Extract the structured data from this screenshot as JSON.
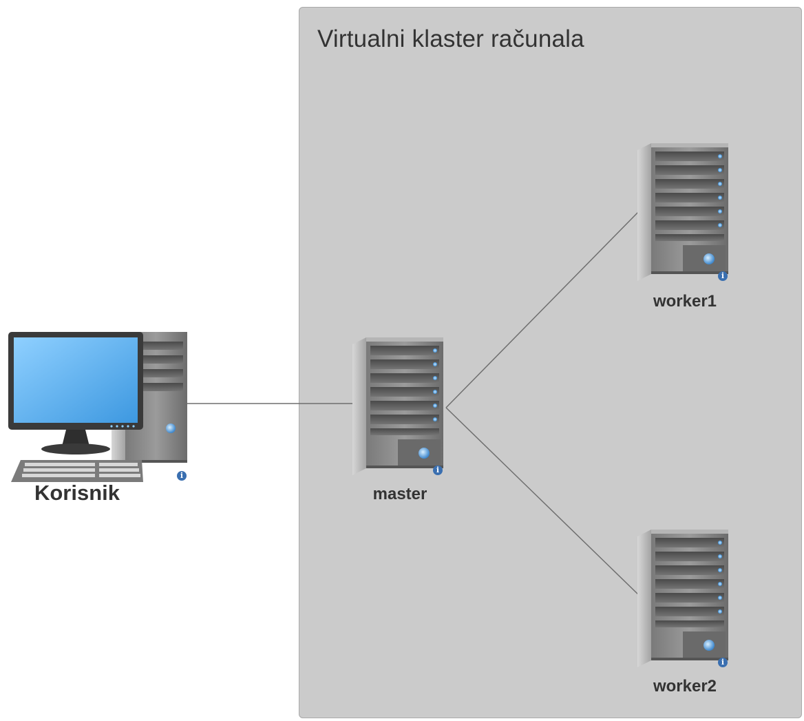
{
  "cluster": {
    "title": "Virtualni klaster računala"
  },
  "nodes": {
    "user": {
      "label": "Korisnik",
      "icon": "desktop-computer-icon"
    },
    "master": {
      "label": "master",
      "icon": "server-tower-icon"
    },
    "worker1": {
      "label": "worker1",
      "icon": "server-tower-icon"
    },
    "worker2": {
      "label": "worker2",
      "icon": "server-tower-icon"
    }
  },
  "info_badge": {
    "glyph": "i",
    "icon": "info-icon"
  },
  "links": [
    {
      "from": "Korisnik",
      "to": "master"
    },
    {
      "from": "master",
      "to": "worker1"
    },
    {
      "from": "master",
      "to": "worker2"
    }
  ],
  "colors": {
    "cluster_background": "#cbcbcb",
    "link": "#6e6e6e",
    "monitor_screen": "#5fb1ee",
    "server_body": "#8a8a8a",
    "info_badge": "#3a6fb0"
  }
}
